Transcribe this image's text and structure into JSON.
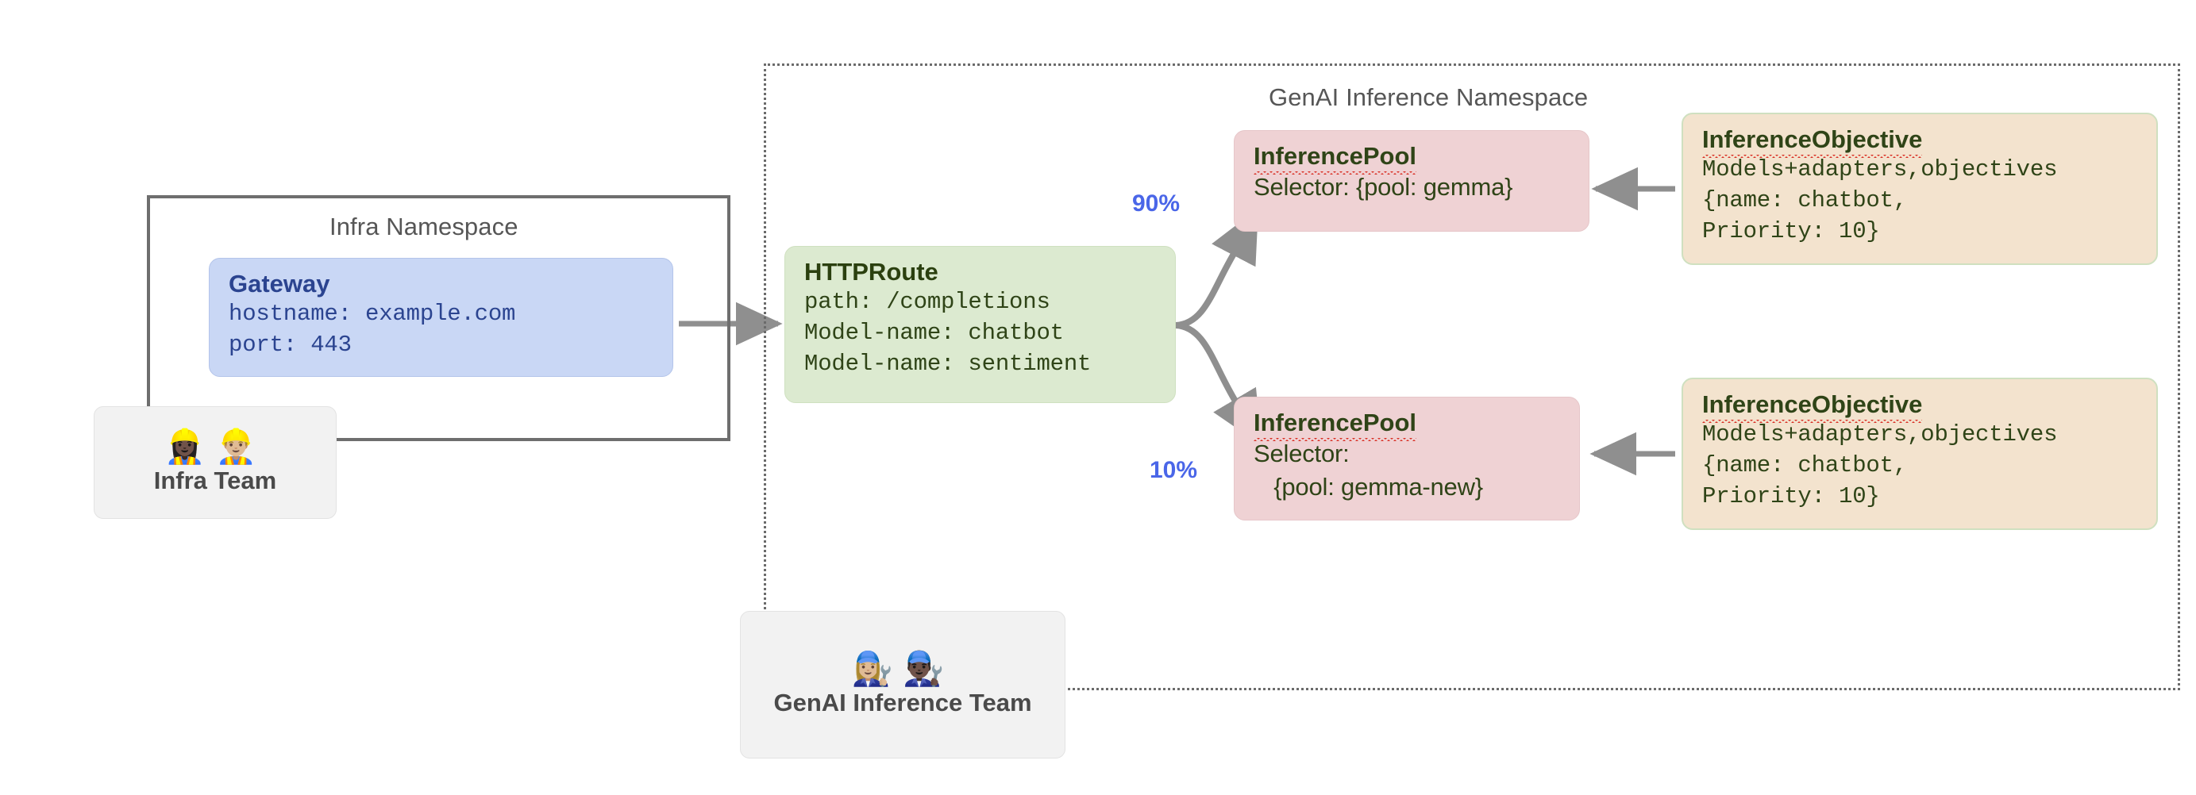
{
  "namespaces": {
    "infra": {
      "title": "Infra Namespace"
    },
    "genai": {
      "title": "GenAI Inference Namespace"
    }
  },
  "nodes": {
    "gateway": {
      "title": "Gateway",
      "lines": [
        "hostname: example.com",
        "port: 443"
      ]
    },
    "httproute": {
      "title": "HTTPRoute",
      "lines": [
        "path: /completions",
        "Model-name: chatbot",
        "Model-name: sentiment"
      ]
    },
    "pool_gemma": {
      "title": "InferencePool",
      "lines": [
        "Selector: {pool: gemma}"
      ]
    },
    "pool_gemma_new": {
      "title": "InferencePool",
      "lines": [
        "Selector:",
        "   {pool: gemma-new}"
      ]
    },
    "objective_top": {
      "title": "InferenceObjective",
      "lines": [
        "Models+adapters,objectives",
        "{name: chatbot,",
        "Priority: 10}"
      ]
    },
    "objective_bottom": {
      "title": "InferenceObjective",
      "lines": [
        "Models+adapters,objectives",
        "{name: chatbot,",
        "Priority: 10}"
      ]
    }
  },
  "teams": {
    "infra": {
      "name": "Infra Team",
      "faces": "👷🏿‍♀️👷🏼‍♂️"
    },
    "genai": {
      "name": "GenAI Inference Team",
      "faces": "👩🏼‍🔧👨🏿‍🔧"
    }
  },
  "edges": {
    "weight_top": "90%",
    "weight_bottom": "10%"
  },
  "colors": {
    "gateway_bg": "#c9d7f5",
    "gateway_fg": "#2b4490",
    "httproute_bg": "#dcead0",
    "pool_bg": "#efd2d4",
    "objective_bg": "#f3e3ce",
    "node_fg": "#2f4417",
    "weight_fg": "#4a66e8",
    "arrow": "#8f8f8f",
    "frame": "#6e6e6e",
    "team_bg": "#f2f2f2",
    "title_fg": "#565656"
  }
}
